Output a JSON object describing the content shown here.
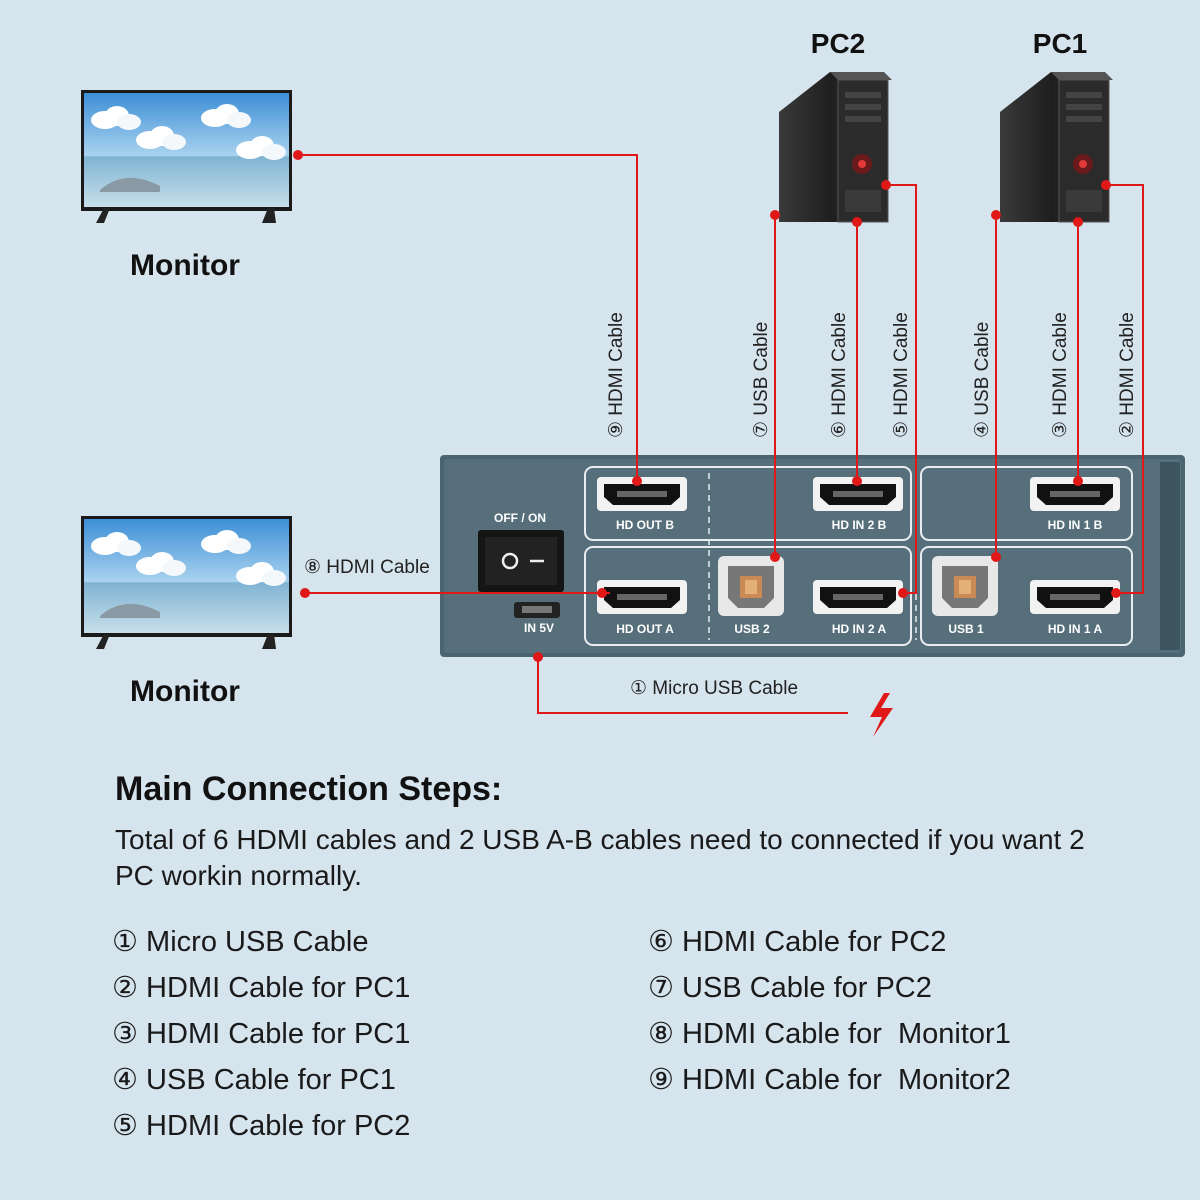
{
  "devices": {
    "monitor_top_label": "Monitor",
    "monitor_bottom_label": "Monitor",
    "pc2_label": "PC2",
    "pc1_label": "PC1"
  },
  "switch": {
    "power_label": "OFF / ON",
    "power_input_label": "IN 5V",
    "ports": {
      "hd_out_b": "HD OUT B",
      "hd_out_a": "HD OUT A",
      "hd_in_2b": "HD IN 2 B",
      "hd_in_2a": "HD IN 2 A",
      "hd_in_1b": "HD IN 1 B",
      "hd_in_1a": "HD IN 1 A",
      "usb_2": "USB 2",
      "usb_1": "USB 1"
    }
  },
  "cables": {
    "c1": "① Micro USB Cable",
    "c2": "② HDMI Cable",
    "c3": "③ HDMI Cable",
    "c4": "④ USB Cable",
    "c5": "⑤ HDMI Cable",
    "c6": "⑥ HDMI Cable",
    "c7": "⑦ USB Cable",
    "c8": "⑧ HDMI Cable",
    "c9": "⑨ HDMI Cable"
  },
  "steps": {
    "title": "Main Connection Steps:",
    "intro": "Total of 6 HDMI cables and 2 USB A-B cables need to connected if you want 2 PC workin normally.",
    "left": [
      "① Micro USB Cable",
      "② HDMI Cable for PC1",
      "③ HDMI Cable for PC1",
      "④ USB Cable for PC1",
      "⑤ HDMI Cable for PC2"
    ],
    "right": [
      "⑥ HDMI Cable for PC2",
      "⑦ USB Cable for PC2",
      "⑧ HDMI Cable for  Monitor1",
      "⑨ HDMI Cable for  Monitor2"
    ]
  },
  "colors": {
    "background": "#d6e4ee",
    "cable": "#e01818",
    "switch_body": "#4a6470",
    "pc_body": "#2a2a2a"
  }
}
